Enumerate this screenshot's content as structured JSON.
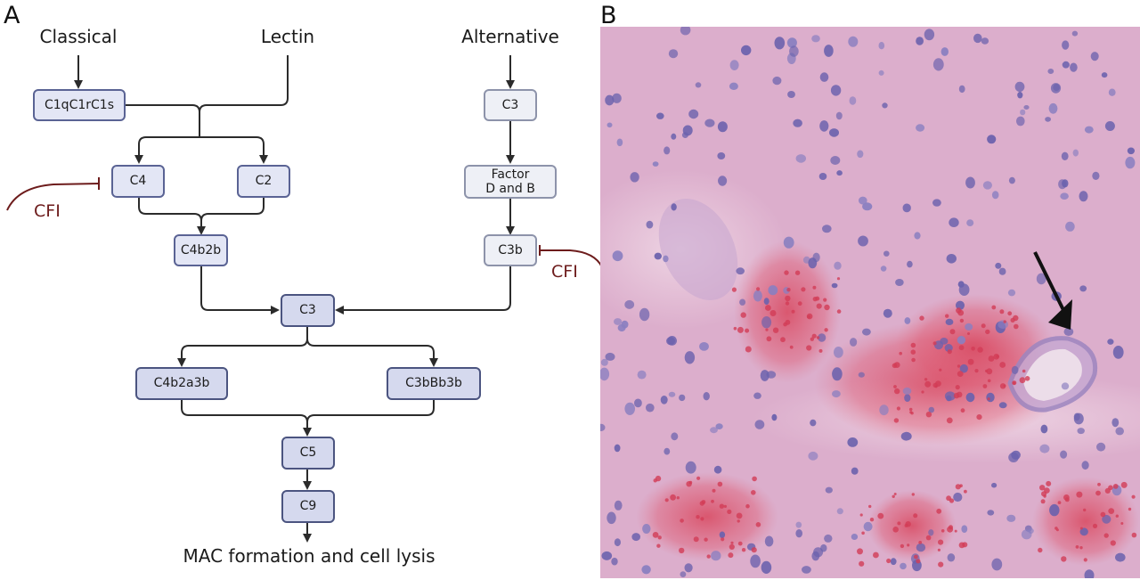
{
  "panel_a": {
    "label": "A",
    "pathways": {
      "classical": "Classical",
      "lectin": "Lectin",
      "alternative": "Alternative"
    },
    "nodes": {
      "c1qc1rc1s": "C1qC1rC1s",
      "c4": "C4",
      "c2": "C2",
      "c4b2b": "C4b2b",
      "alt_c3": "C3",
      "factor_d_b": "Factor\nD and B",
      "c3b": "C3b",
      "c3": "C3",
      "c4b2a3b": "C4b2a3b",
      "c3bbb3b": "C3bBb3b",
      "c5": "C5",
      "c9": "C9"
    },
    "inhibitors": {
      "cfi_left": "CFI",
      "cfi_right": "CFI"
    },
    "final_output": "MAC formation and cell lysis",
    "colors": {
      "arrow": "#2b2b2b",
      "inhibitor": "#6d1c1c",
      "node_fill_dark": "#d5d9ee",
      "node_border_dark": "#4b5480",
      "node_fill_light": "#eef0f6",
      "node_border_light": "#8d93aa"
    }
  },
  "panel_b": {
    "label": "B",
    "image_description": "H&E-stained brain tissue with perivascular hemorrhage and inflammatory cells",
    "annotation": "arrow pointing to vessel with perivascular inflammatory infiltrate",
    "colors": {
      "background_stain": "#dcaecc",
      "nuclei": "#6b62ad",
      "erythrocytes": "#d9485f",
      "arrow": "#111111"
    }
  }
}
